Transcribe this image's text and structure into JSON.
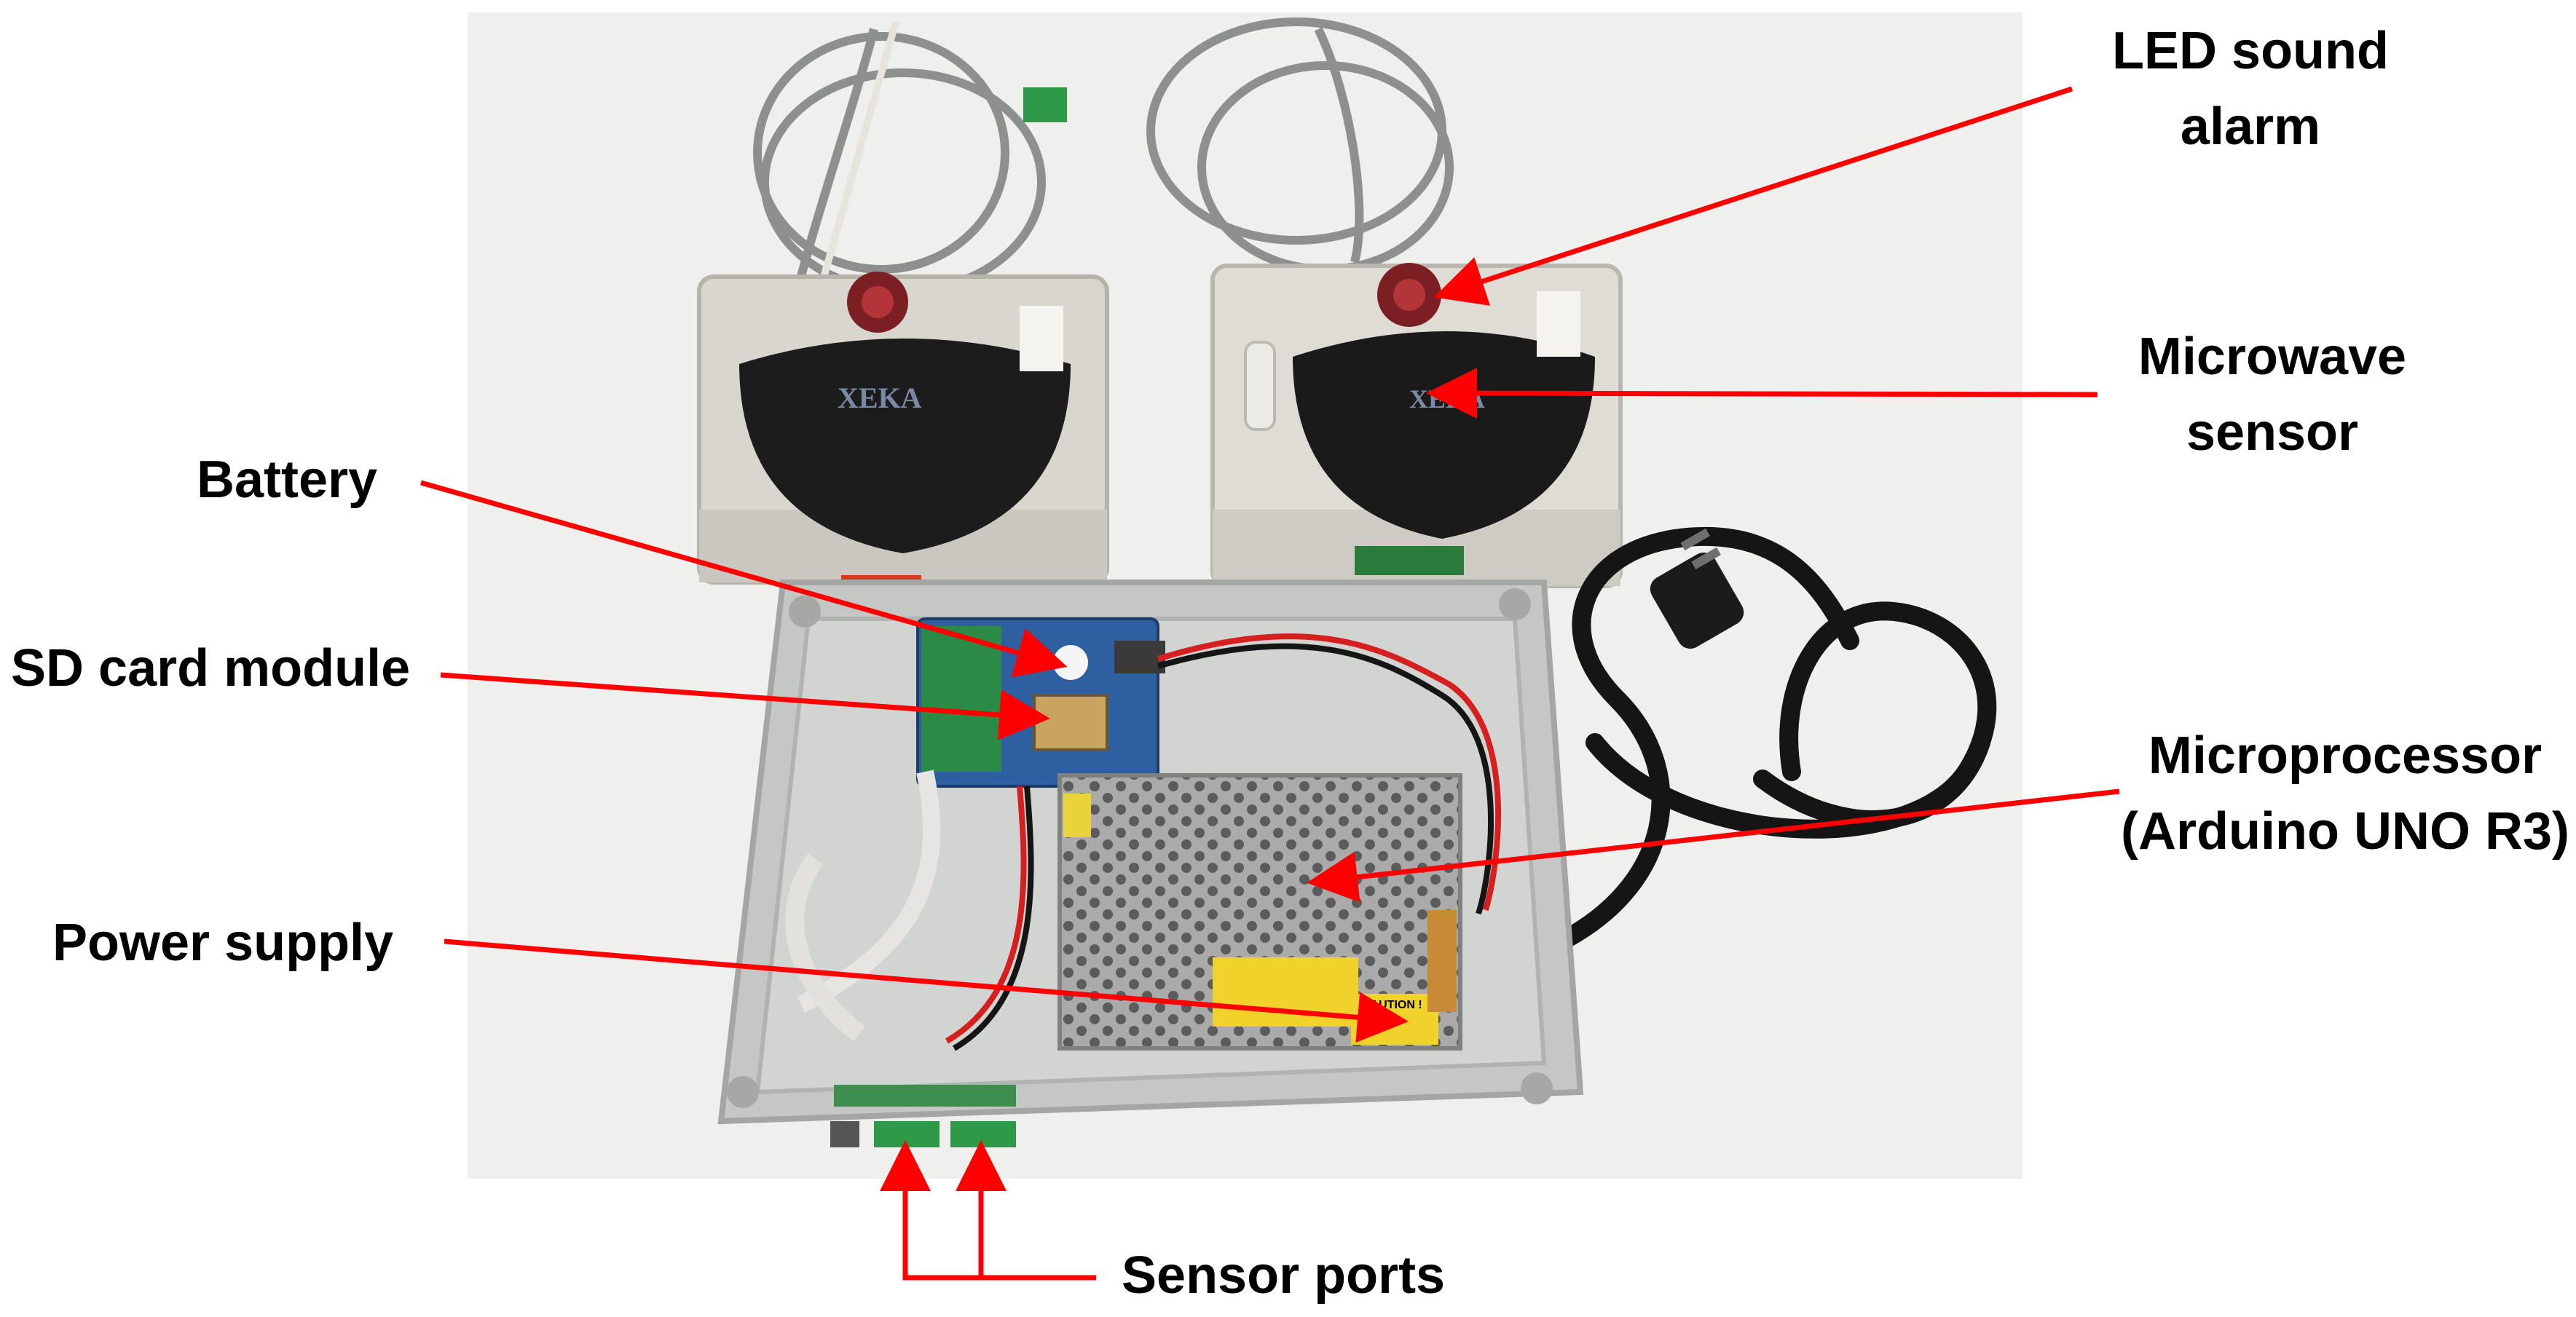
{
  "labels": {
    "led": [
      "LED sound",
      "alarm"
    ],
    "microwave": [
      "Microwave",
      "sensor"
    ],
    "battery": "Battery",
    "sd": "SD card module",
    "micro": [
      "Microprocessor",
      "(Arduino UNO R3)"
    ],
    "power": "Power supply",
    "ports": "Sensor ports"
  },
  "colors": {
    "arrow": "#ff0000",
    "text": "#000000",
    "enclosure": "#c9cbc8",
    "sensor_housing": "#dcdad2",
    "sensor_dome": "#1a1a1a",
    "backdrop": "#f0f0ee"
  }
}
